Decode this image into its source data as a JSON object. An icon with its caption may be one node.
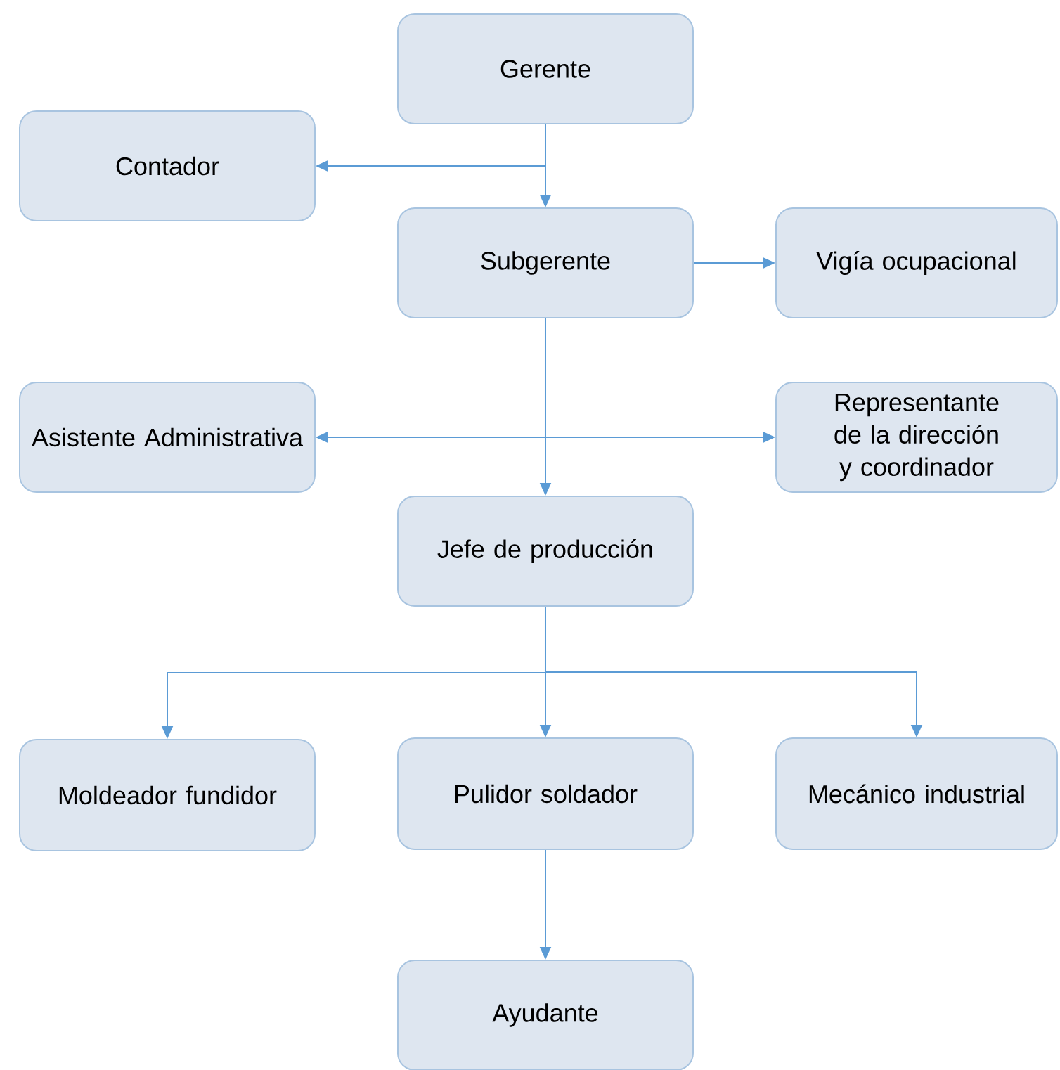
{
  "diagram": {
    "nodes": [
      {
        "text": [
          "Gerente"
        ]
      },
      {
        "text": [
          "Contador"
        ]
      },
      {
        "text": [
          "Subgerente"
        ]
      },
      {
        "text": [
          "Vigía ocupacional"
        ]
      },
      {
        "text": [
          "Asistente Administrativa"
        ]
      },
      {
        "text": [
          "Representante de la dirección y coordinador"
        ]
      },
      {
        "text": [
          "Jefe de producción"
        ]
      },
      {
        "text": [
          "Moldeador fundidor"
        ]
      },
      {
        "text": [
          "Pulidor soldador"
        ]
      },
      {
        "text": [
          "Mecánico industrial"
        ]
      },
      {
        "text": [
          "Ayudante"
        ]
      }
    ],
    "edges": [
      {
        "from": 0,
        "to": 1,
        "arrow": "to"
      },
      {
        "from": 0,
        "to": 2,
        "arrow": "to"
      },
      {
        "from": 2,
        "to": 3,
        "arrow": "to"
      },
      {
        "from": 2,
        "to": 4,
        "arrow": "to"
      },
      {
        "from": 2,
        "to": 5,
        "arrow": "to"
      },
      {
        "from": 2,
        "to": 6,
        "arrow": "to"
      },
      {
        "from": 6,
        "to": 7,
        "arrow": "to"
      },
      {
        "from": 6,
        "to": 8,
        "arrow": "to"
      },
      {
        "from": 6,
        "to": 9,
        "arrow": "to"
      },
      {
        "from": 8,
        "to": 10,
        "arrow": "to"
      }
    ]
  }
}
